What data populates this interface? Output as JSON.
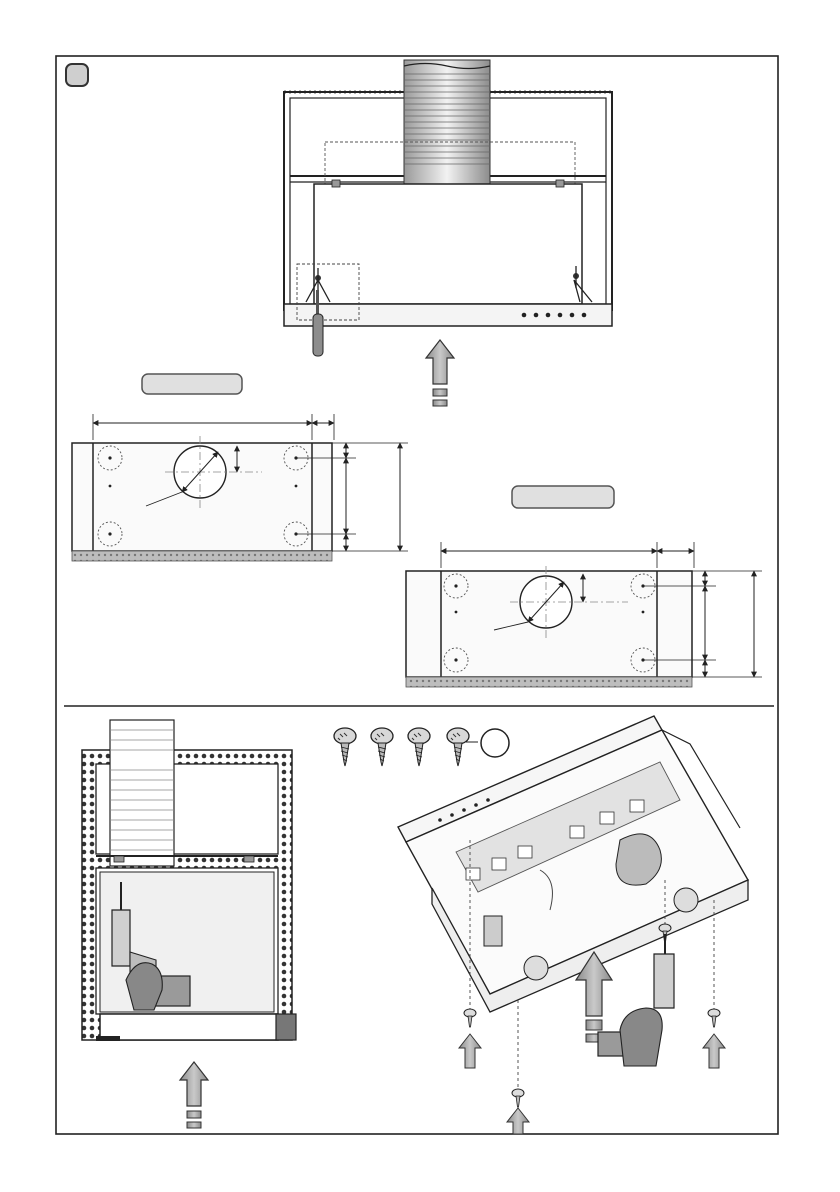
{
  "diagram": {
    "type": "installation-instructions",
    "step_badge": "",
    "panels": [
      {
        "name": "hood-in-cabinet-front-view"
      },
      {
        "name": "cutout-template-small"
      },
      {
        "name": "cutout-template-large"
      },
      {
        "name": "drilling-cabinet-side-view"
      },
      {
        "name": "screw-mounting-isometric"
      }
    ],
    "screw_count": 4,
    "screw_circle_label": ""
  }
}
